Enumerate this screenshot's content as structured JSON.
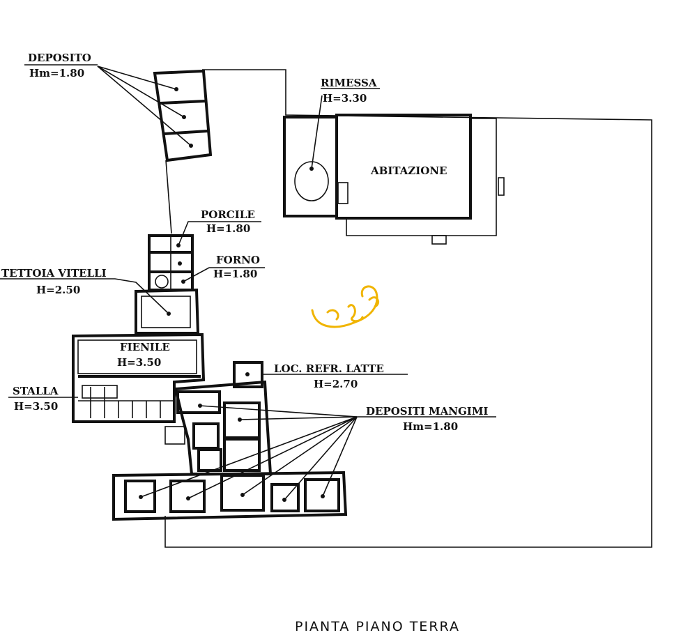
{
  "title": "PIANTA PIANO TERRA",
  "labels": {
    "deposito": {
      "name": "DEPOSITO",
      "height": "Hm=1.80"
    },
    "rimessa": {
      "name": "RIMESSA",
      "height": "H=3.30"
    },
    "abitazione": {
      "name": "ABITAZIONE"
    },
    "porcile": {
      "name": "PORCILE",
      "height": "H=1.80"
    },
    "forno": {
      "name": "FORNO",
      "height": "H=1.80"
    },
    "tettoia": {
      "name": "TETTOIA VITELLI",
      "height": "H=2.50"
    },
    "fienile": {
      "name": "FIENILE",
      "height": "H=3.50"
    },
    "stalla": {
      "name": "STALLA",
      "height": "H=3.50"
    },
    "latte": {
      "name": "LOC. REFR. LATTE",
      "height": "H=2.70"
    },
    "mangimi": {
      "name": "DEPOSITI MANGIMI",
      "height": "Hm=1.80"
    }
  },
  "colors": {
    "ink": "#111111",
    "signature": "#f0b400"
  }
}
